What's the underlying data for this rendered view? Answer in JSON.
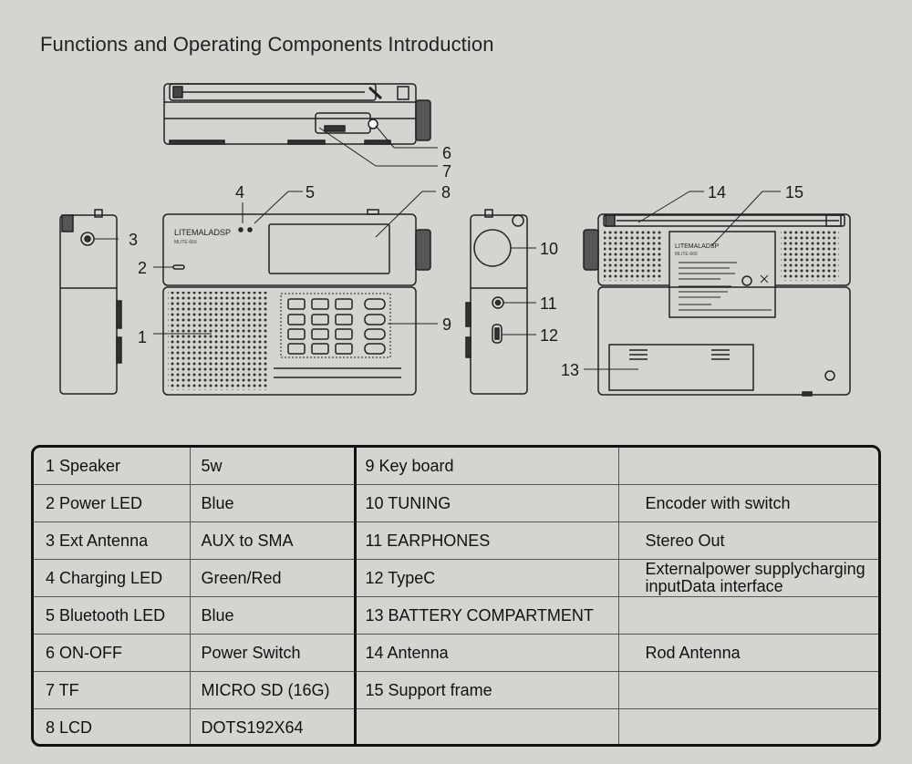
{
  "title": "Functions and Operating Components Introduction",
  "device": {
    "brand": "LITEMALADSP",
    "model": "MLITE-666",
    "back_brand": "LITEMALADSP",
    "back_model": "MLITE-666"
  },
  "callouts": [
    "1",
    "2",
    "3",
    "4",
    "5",
    "6",
    "7",
    "8",
    "9",
    "10",
    "11",
    "12",
    "13",
    "14",
    "15"
  ],
  "table": {
    "rows": [
      {
        "c1": "1  Speaker",
        "c2": "5w",
        "c3": "9 Key board",
        "c4": ""
      },
      {
        "c1": "2  Power LED",
        "c2": "Blue",
        "c3": "10 TUNING",
        "c4": "Encoder with switch"
      },
      {
        "c1": "3  Ext Antenna",
        "c2": "AUX to SMA",
        "c3": "11 EARPHONES",
        "c4": "Stereo Out"
      },
      {
        "c1": "4  Charging LED",
        "c2": "Green/Red",
        "c3": "12 TypeC",
        "c4": "Externalpower supplycharging inputData interface"
      },
      {
        "c1": "5  Bluetooth LED",
        "c2": "Blue",
        "c3": "13  BATTERY COMPARTMENT",
        "c4": ""
      },
      {
        "c1": "6  ON-OFF",
        "c2": "Power Switch",
        "c3": "14 Antenna",
        "c4": "Rod Antenna"
      },
      {
        "c1": "7  TF",
        "c2": "MICRO SD (16G)",
        "c3": "15 Support frame",
        "c4": ""
      },
      {
        "c1": "8  LCD",
        "c2": "DOTS192X64",
        "c3": "",
        "c4": ""
      }
    ]
  }
}
